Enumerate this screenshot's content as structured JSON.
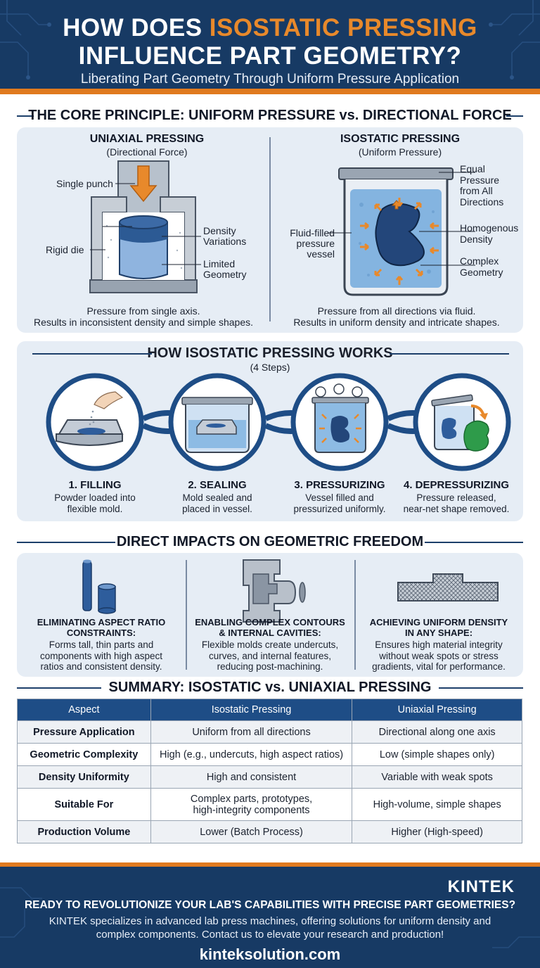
{
  "header": {
    "title_line1_prefix": "HOW DOES ",
    "title_line1_highlight": "ISOSTATIC PRESSING",
    "title_line2": "INFLUENCE PART GEOMETRY?",
    "subtitle": "Liberating Part Geometry Through Uniform Pressure Application"
  },
  "core": {
    "heading": "THE CORE PRINCIPLE: UNIFORM PRESSURE vs. DIRECTIONAL FORCE",
    "uniaxial": {
      "title": "UNIAXIAL PRESSING",
      "subtitle": "(Directional Force)",
      "label_punch": "Single punch",
      "label_die": "Rigid die",
      "label_density": "Density\nVariations",
      "label_geometry": "Limited\nGeometry",
      "caption": "Pressure from single axis.\nResults in inconsistent density and simple shapes."
    },
    "isostatic": {
      "title": "ISOSTATIC PRESSING",
      "subtitle": "(Uniform Pressure)",
      "label_equal": "Equal\nPressure\nfrom All\nDirections",
      "label_fluid": "Fluid-filled\npressure\nvessel",
      "label_homog": "Homogenous\nDensity",
      "label_complex": "Complex\nGeometry",
      "caption": "Pressure from all directions via fluid.\nResults in uniform density and intricate shapes."
    }
  },
  "works": {
    "heading": "HOW ISOSTATIC PRESSING WORKS",
    "subheading": "(4 Steps)",
    "steps": [
      {
        "title": "1. FILLING",
        "caption": "Powder loaded into\nflexible mold."
      },
      {
        "title": "2. SEALING",
        "caption": "Mold sealed and\nplaced in vessel."
      },
      {
        "title": "3. PRESSURIZING",
        "caption": "Vessel filled and\npressurized uniformly."
      },
      {
        "title": "4. DEPRESSURIZING",
        "caption": "Pressure released,\nnear-net shape removed."
      }
    ]
  },
  "impacts": {
    "heading": "DIRECT IMPACTS ON GEOMETRIC FREEDOM",
    "items": [
      {
        "title": "ELIMINATING ASPECT RATIO\nCONSTRAINTS:",
        "caption": "Forms tall, thin parts and\ncomponents with high aspect\nratios and consistent density."
      },
      {
        "title": "ENABLING COMPLEX CONTOURS\n& INTERNAL CAVITIES:",
        "caption": "Flexible molds create undercuts,\ncurves, and internal features,\nreducing post-machining."
      },
      {
        "title": "ACHIEVING UNIFORM DENSITY\nIN ANY SHAPE:",
        "caption": "Ensures high material integrity\nwithout weak spots or stress\ngradients, vital for performance."
      }
    ]
  },
  "summary": {
    "heading": "SUMMARY: ISOSTATIC vs. UNIAXIAL PRESSING",
    "columns": [
      "Aspect",
      "Isostatic Pressing",
      "Uniaxial Pressing"
    ],
    "rows": [
      [
        "Pressure Application",
        "Uniform from all directions",
        "Directional along one axis"
      ],
      [
        "Geometric Complexity",
        "High (e.g., undercuts, high aspect ratios)",
        "Low (simple shapes only)"
      ],
      [
        "Density Uniformity",
        "High and consistent",
        "Variable with weak spots"
      ],
      [
        "Suitable For",
        "Complex parts, prototypes,\nhigh-integrity components",
        "High-volume, simple shapes"
      ],
      [
        "Production Volume",
        "Lower (Batch Process)",
        "Higher (High-speed)"
      ]
    ]
  },
  "footer": {
    "brand": "KINTEK",
    "cta": "READY TO REVOLUTIONIZE YOUR LAB'S CAPABILITIES WITH PRECISE PART GEOMETRIES?",
    "description": "KINTEK specializes in advanced lab press machines, offering solutions for uniform density and complex components. Contact us to elevate your research and production!",
    "url": "kinteksolution.com"
  },
  "colors": {
    "navy": "#173a64",
    "orange": "#e07a1f",
    "panel": "#e6edf5",
    "blue_part": "#2e5d9c",
    "green_part": "#2e9b4a"
  }
}
